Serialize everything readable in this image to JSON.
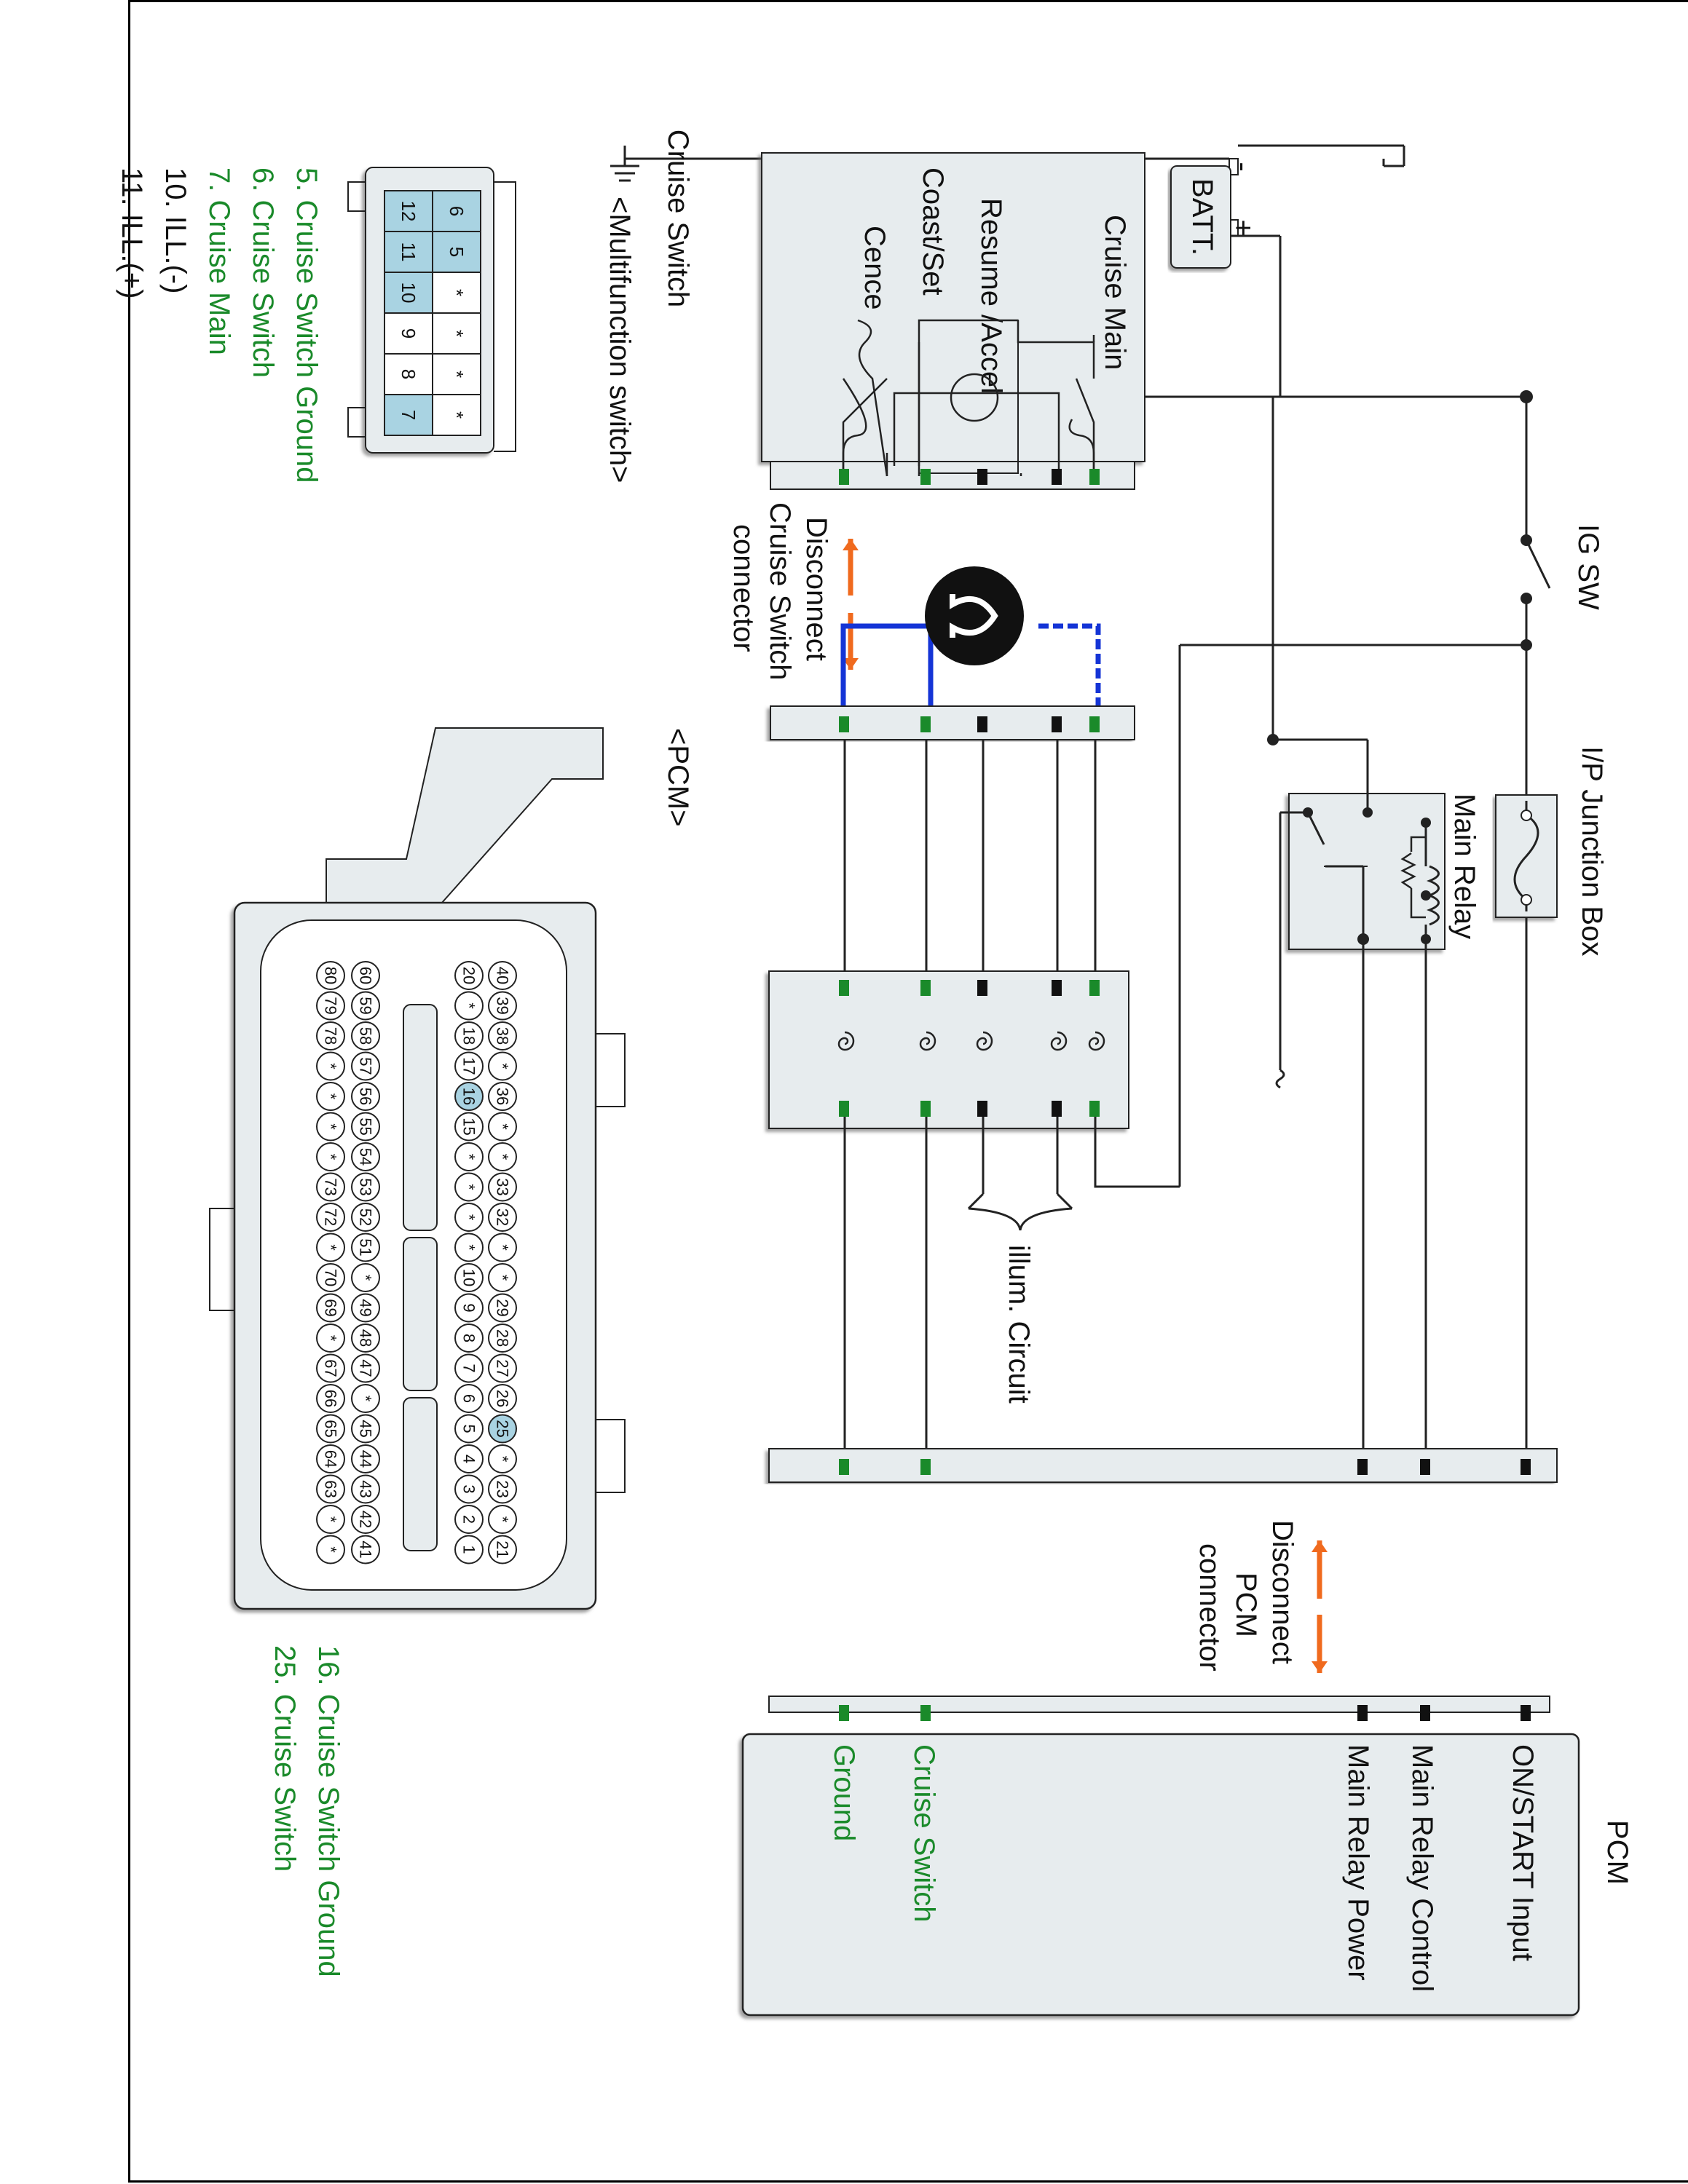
{
  "components": {
    "battery": "BATT.",
    "battery_minus": "-",
    "battery_plus": "+",
    "ig_switch": "IG SW",
    "junction_box": "I/P Junction Box",
    "main_relay": "Main Relay",
    "pcm_connector_title": "<PCM>",
    "pcm_module": "PCM",
    "illum_circuit": "illum. Circuit"
  },
  "cruise_switch": {
    "title": "Cruise Switch",
    "subtitle": "<Multifunction switch>",
    "labels": [
      "Cruise Main",
      "Resume /Accel",
      "Coast/Set",
      "Cence"
    ]
  },
  "disconnect": {
    "cruise": [
      "Disconnect",
      "Cruise Switch",
      "connector"
    ],
    "pcm": [
      "Disconnect",
      "PCM",
      "connector"
    ]
  },
  "pcm_inputs": [
    "ON/START Input",
    "Main Relay Control",
    "Main Relay Power",
    "Cruise Switch",
    "Ground"
  ],
  "multifunction_pins": [
    "5. Cruise Switch Ground",
    "6. Cruise Switch",
    "7. Cruise Main",
    "10. ILL.(-)",
    "11. ILL.(+)"
  ],
  "pcm_pins": [
    "16. Cruise Switch Ground",
    "25. Cruise Switch"
  ],
  "mf_connector": {
    "top_row": [
      "6",
      "5",
      "*",
      "*",
      "*",
      "*"
    ],
    "bottom_row": [
      "12",
      "11",
      "10",
      "9",
      "8",
      "7"
    ]
  },
  "pcm_rows": {
    "row1": [
      "20",
      "*",
      "18",
      "17",
      "16",
      "15",
      "*",
      "*",
      "*",
      "*",
      "10",
      "9",
      "8",
      "7",
      "6",
      "5",
      "4",
      "3",
      "2",
      "1"
    ],
    "row2": [
      "40",
      "39",
      "38",
      "*",
      "36",
      "*",
      "*",
      "33",
      "32",
      "*",
      "*",
      "29",
      "28",
      "27",
      "26",
      "25",
      "*",
      "23",
      "*",
      "21"
    ],
    "row3": [
      "60",
      "59",
      "58",
      "57",
      "56",
      "55",
      "54",
      "53",
      "52",
      "51",
      "*",
      "49",
      "48",
      "47",
      "*",
      "45",
      "44",
      "43",
      "42",
      "41"
    ],
    "row4": [
      "80",
      "79",
      "78",
      "*",
      "*",
      "*",
      "*",
      "73",
      "72",
      "*",
      "70",
      "69",
      "*",
      "67",
      "66",
      "65",
      "64",
      "63",
      "*",
      "*"
    ]
  },
  "colors": {
    "green": "#1a8a2a",
    "blue": "#1434d6",
    "orange": "#f06a1e",
    "highlight": "#a9d3e2",
    "panel": "#e7ecee"
  }
}
